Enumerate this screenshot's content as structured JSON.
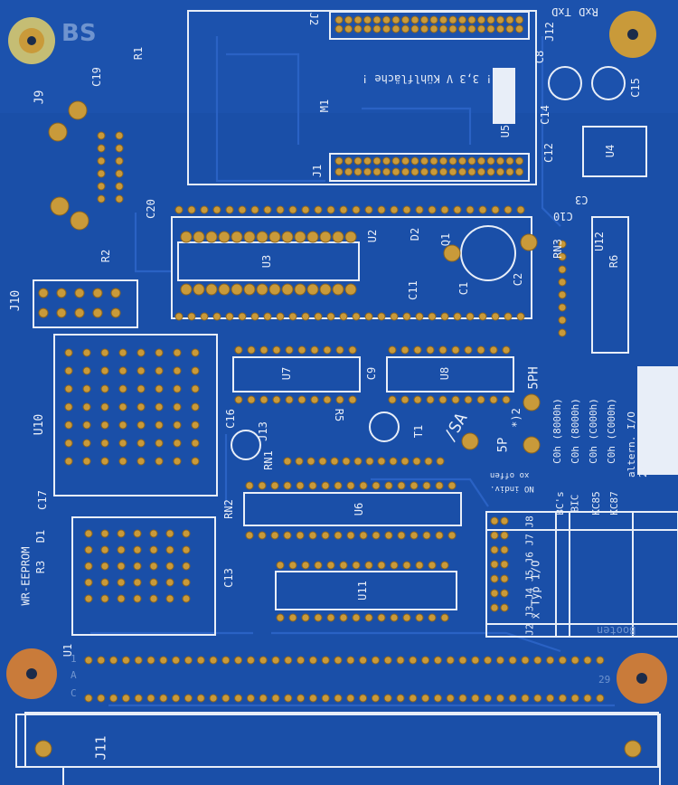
{
  "board": {
    "top_text": "BS",
    "note_text": "! 3,3 V Kühlfläche !",
    "modes_header": [
      "BC's",
      "BIC",
      "KC85",
      "KC87",
      "altern. I/O 28h"
    ],
    "modes_values": [
      "C0h (8000h)",
      "C0h (8000h)",
      "C0h (C000h)",
      "C0h (C000h)"
    ],
    "side_labels": [
      "5PH",
      "5P",
      "*)2"
    ],
    "small_notes": [
      "xo offen",
      "NO indiv."
    ],
    "table_header": "x Typ I/O",
    "jumper_row": "J2 J3 J4 J5 J6 J7 J8",
    "bottom_label": "Booten",
    "eeprom_label": "WR-EEPROM",
    "sa_label": "/SA",
    "edge_numbers": [
      "1",
      "29"
    ],
    "edge_letters": [
      "A",
      "C"
    ]
  },
  "designators": {
    "J2": "J2",
    "J1": "J1",
    "J9": "J9",
    "J10": "J10",
    "J11": "J11",
    "J12": "J12",
    "J13": "J13",
    "M1": "M1",
    "U1": "U1",
    "U2": "U2",
    "U3": "U3",
    "U4": "U4",
    "U5": "U5",
    "U6": "U6",
    "U7": "U7",
    "U8": "U8",
    "U10": "U10",
    "U11": "U11",
    "U12": "U12",
    "R1": "R1",
    "R2": "R2",
    "R3": "R3",
    "R5": "R5",
    "R6": "R6",
    "C1": "C1",
    "C2": "C2",
    "C3": "C3",
    "C8": "C8",
    "C9": "C9",
    "C10": "C10",
    "C11": "C11",
    "C12": "C12",
    "C13": "C13",
    "C14": "C14",
    "C15": "C15",
    "C16": "C16",
    "C17": "C17",
    "C19": "C19",
    "C20": "C20",
    "D1": "D1",
    "D2": "D2",
    "Q1": "Q1",
    "T1": "T1",
    "RN1": "RN1",
    "RN2": "RN2",
    "RN3": "RN3",
    "TxD": "TxD",
    "RxD": "RxD"
  },
  "colors": {
    "board": "#1a4fa8",
    "silk": "#e8eef8",
    "pad": "#c99a3a"
  }
}
